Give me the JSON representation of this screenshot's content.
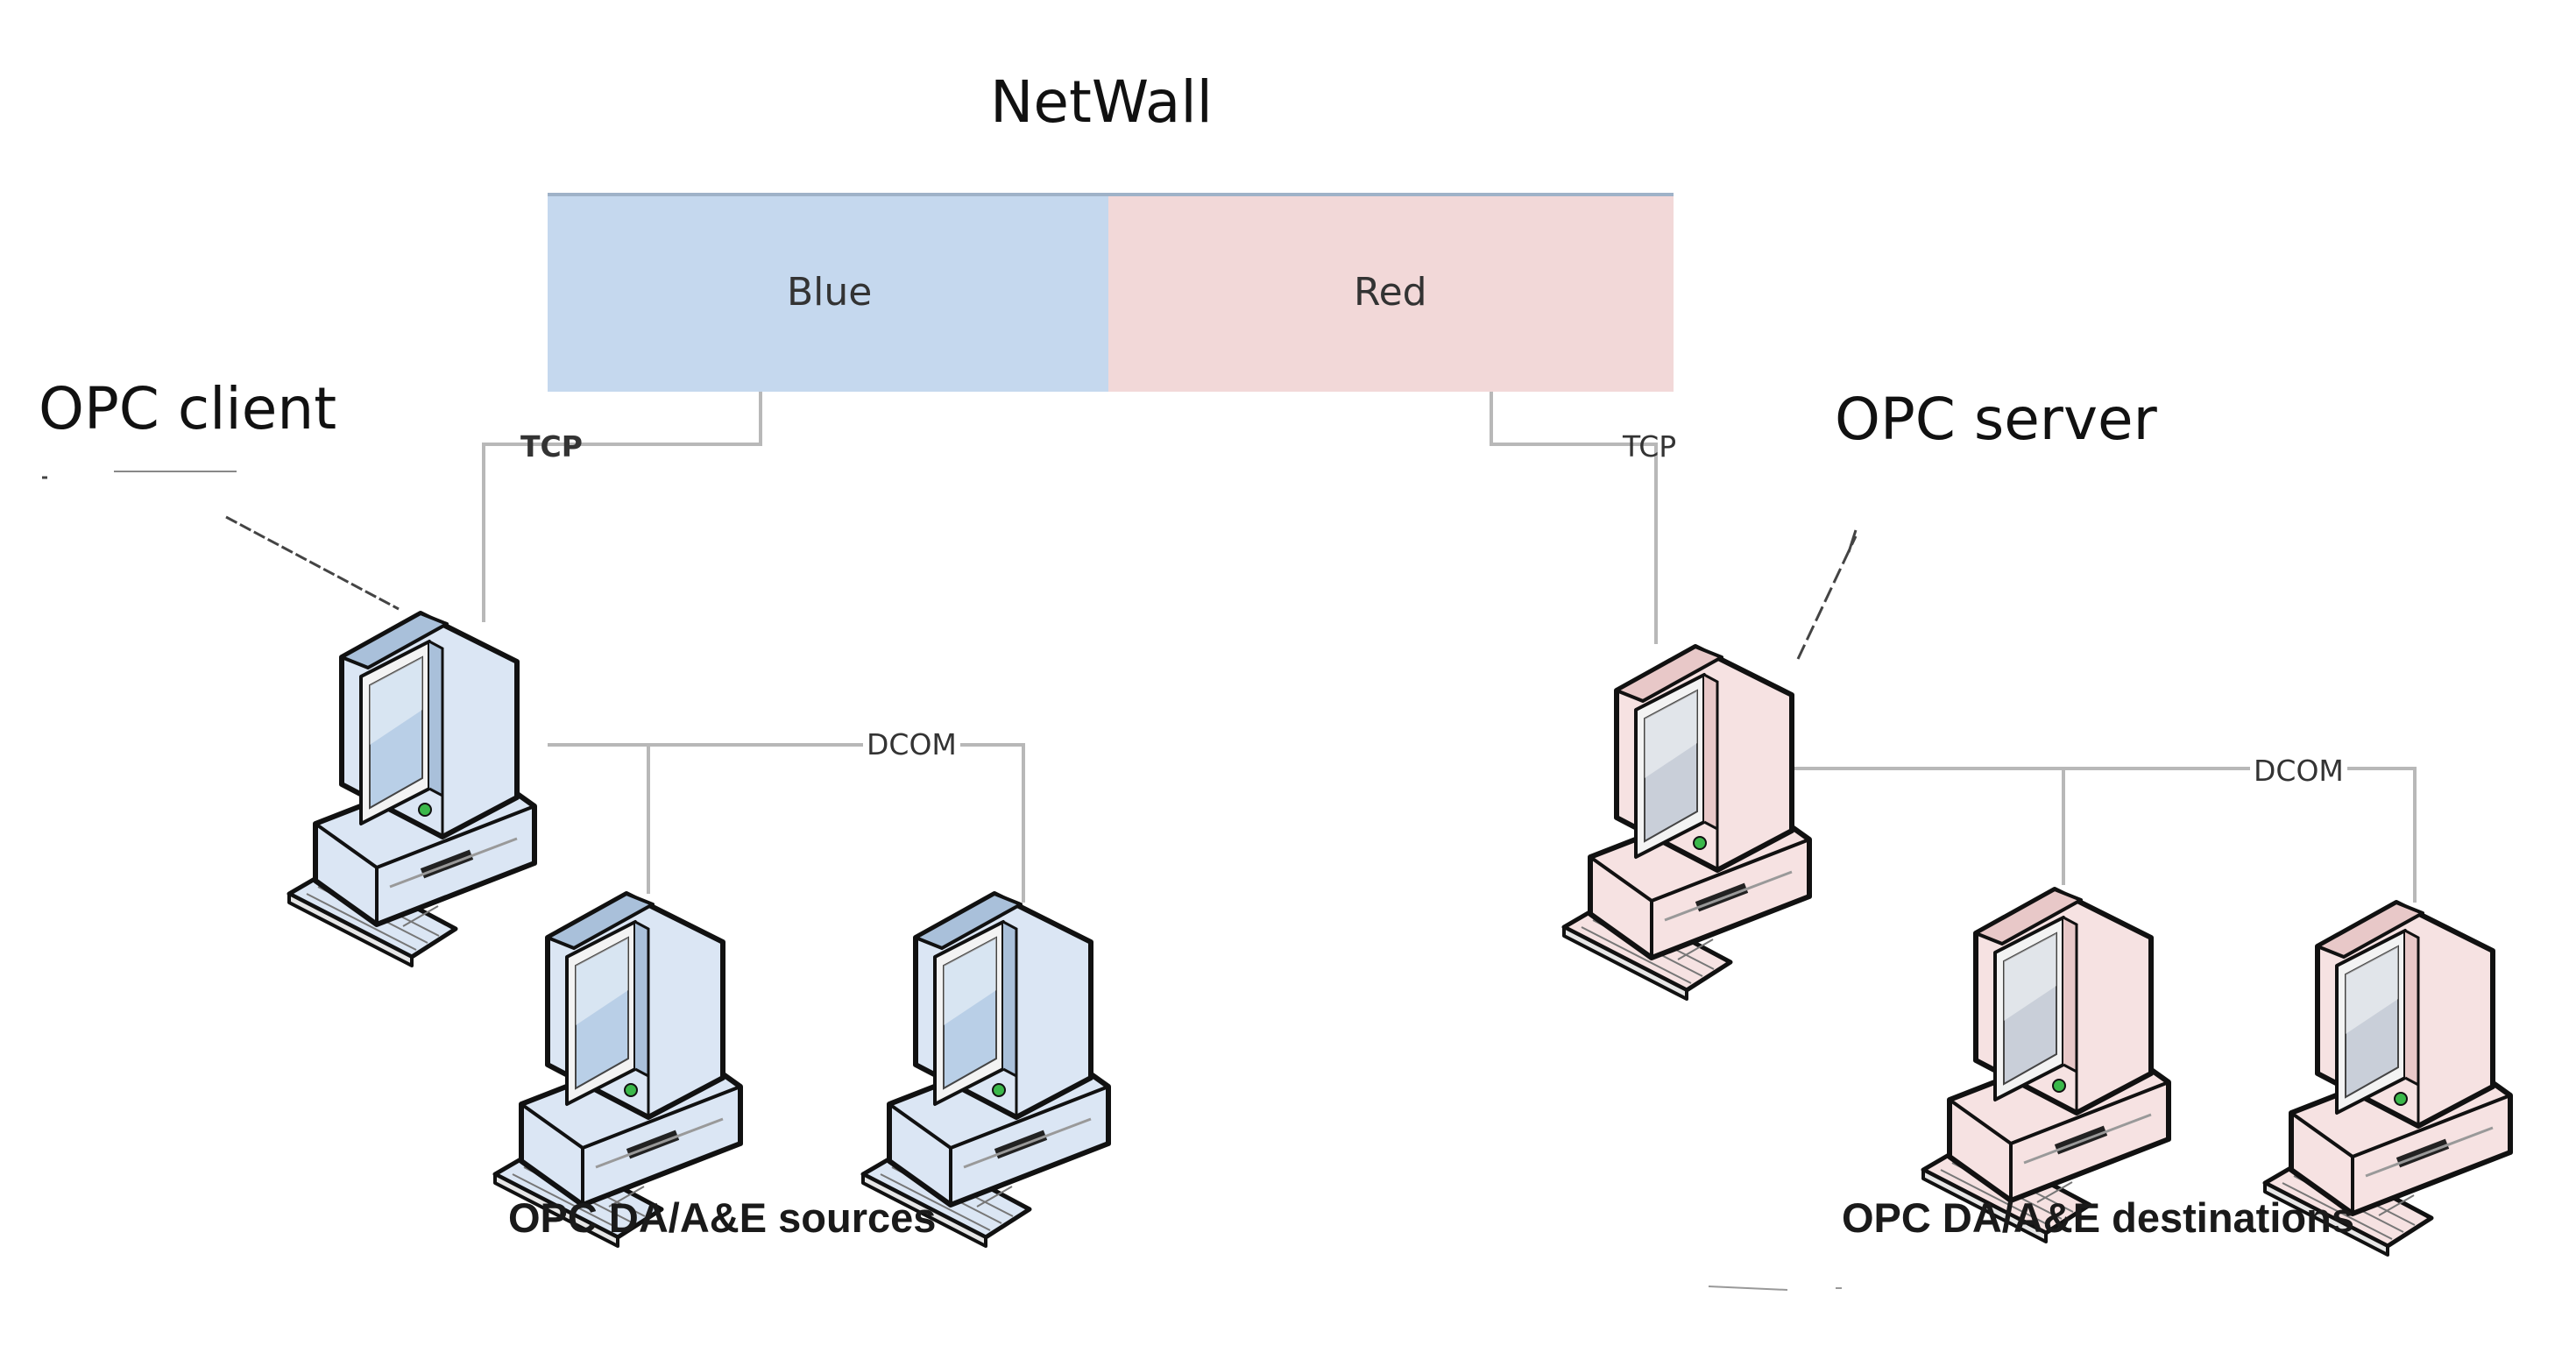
{
  "netwall": {
    "title": "NetWall",
    "blue_label": "Blue",
    "red_label": "Red",
    "colors": {
      "blue": "#c5d8ee",
      "red": "#f2d8d8",
      "top_edge": "#9fb2c8"
    }
  },
  "client": {
    "title": "OPC client",
    "tcp_label": "TCP",
    "dcom_label": "DCOM",
    "group_label": "OPC DA/A&E sources",
    "tint": {
      "screen": "#b9cfe7",
      "body": "#dbe6f4",
      "dark": "#a9c0da"
    }
  },
  "server": {
    "title": "OPC server",
    "tcp_label": "TCP",
    "dcom_label": "DCOM",
    "group_label": "OPC DA/A&E destinations",
    "tint": {
      "screen": "#c9cfd9",
      "body": "#f6e2e2",
      "dark": "#e8c8c8"
    }
  },
  "icons": {
    "computer": "computer-icon"
  }
}
